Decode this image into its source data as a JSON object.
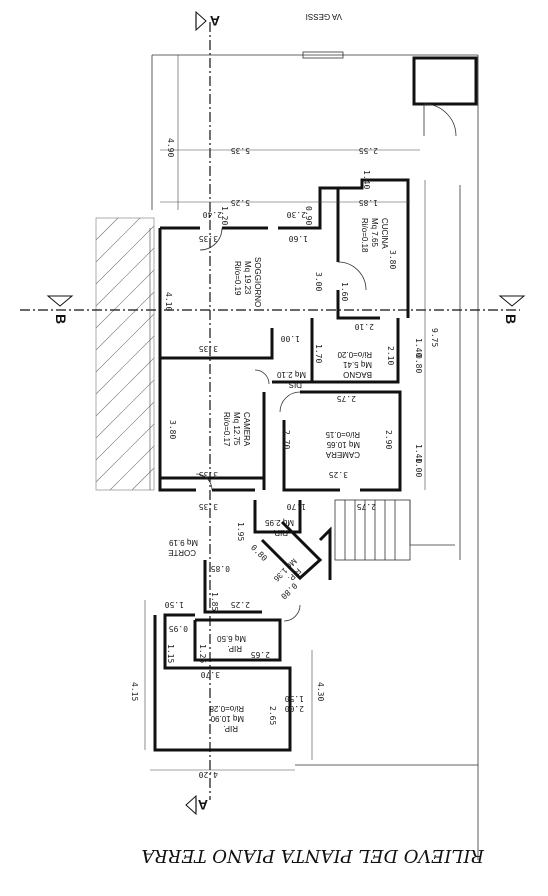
{
  "title": "RILIEVO DEL PIANTA PIANO TERRA",
  "section_marks": [
    "A",
    "A",
    "B",
    "B"
  ],
  "top_note": "VA GESSI",
  "rooms": [
    {
      "id": "soggiorno",
      "lines": [
        "SOGGIORNO",
        "Mq 19.23",
        "Ri/o=0.19"
      ]
    },
    {
      "id": "cucina",
      "lines": [
        "CUCINA",
        "Mq 7.65",
        "Ri/o=0.18"
      ]
    },
    {
      "id": "camera-left",
      "lines": [
        "CAMERA",
        "Mq 12.75",
        "Ri/o=0.17"
      ]
    },
    {
      "id": "bagno",
      "lines": [
        "BAGNO",
        "Mq 5.41",
        "Ri/o=0.20"
      ]
    },
    {
      "id": "dis",
      "lines": [
        "DIS.",
        "Mq 2.10"
      ]
    },
    {
      "id": "camera-right",
      "lines": [
        "CAMERA",
        "Mq 10.65",
        "Ri/o=0.15"
      ]
    },
    {
      "id": "corte",
      "lines": [
        "CORTE",
        "Mq 9.19"
      ]
    },
    {
      "id": "rip-small",
      "lines": [
        "RIP.",
        "Mq 2.95"
      ]
    },
    {
      "id": "rip-diag",
      "lines": [
        "RIP.",
        "Mq 1.36"
      ]
    },
    {
      "id": "rip-mid",
      "lines": [
        "RIP.",
        "Mq 6.50"
      ]
    },
    {
      "id": "rip-large",
      "lines": [
        "RIP.",
        "Mq 10.90",
        "Ri/o=0.28"
      ]
    }
  ],
  "dimensions": {
    "d490": "4.90",
    "d535": "5.35",
    "d255": "2.55",
    "d525": "5.25",
    "d185": "1.85",
    "d140a": "1.40",
    "d240": "2.40",
    "d120": "1.20",
    "d090": "0.90",
    "d230": "2.30",
    "d335a": "3.35",
    "d160a": "1.60",
    "d300": "3.00",
    "d380": "3.80",
    "d410": "4.10",
    "d160b": "1.60",
    "d210": "2.10",
    "d975": "9.75",
    "d100a": "1.00",
    "d170": "1.70",
    "d335b": "3.35",
    "d210b": "2.10",
    "d080": "0.80",
    "d140b": "1.40",
    "d275a": "2.75",
    "d380b": "3.80",
    "d270": "2.70",
    "d290": "2.90",
    "d100b": "1.00",
    "d140c": "1.40",
    "d335c": "3.35",
    "d325": "3.25",
    "d335d": "3.35",
    "d170b": "1.70",
    "d275b": "2.75",
    "d195": "1.95",
    "d080b": "0.80",
    "d085": "0.85",
    "d185b": "1.85",
    "d150": "1.50",
    "d225": "2.25",
    "d080c": "0.80",
    "d095": "0.95",
    "d115": "1.15",
    "d125": "1.25",
    "d265": "2.65",
    "d415": "4.15",
    "d370": "3.70",
    "d430": "4.30",
    "d200": "2.00",
    "d150b": "1.50",
    "d265b": "2.65",
    "d420": "4.20"
  }
}
